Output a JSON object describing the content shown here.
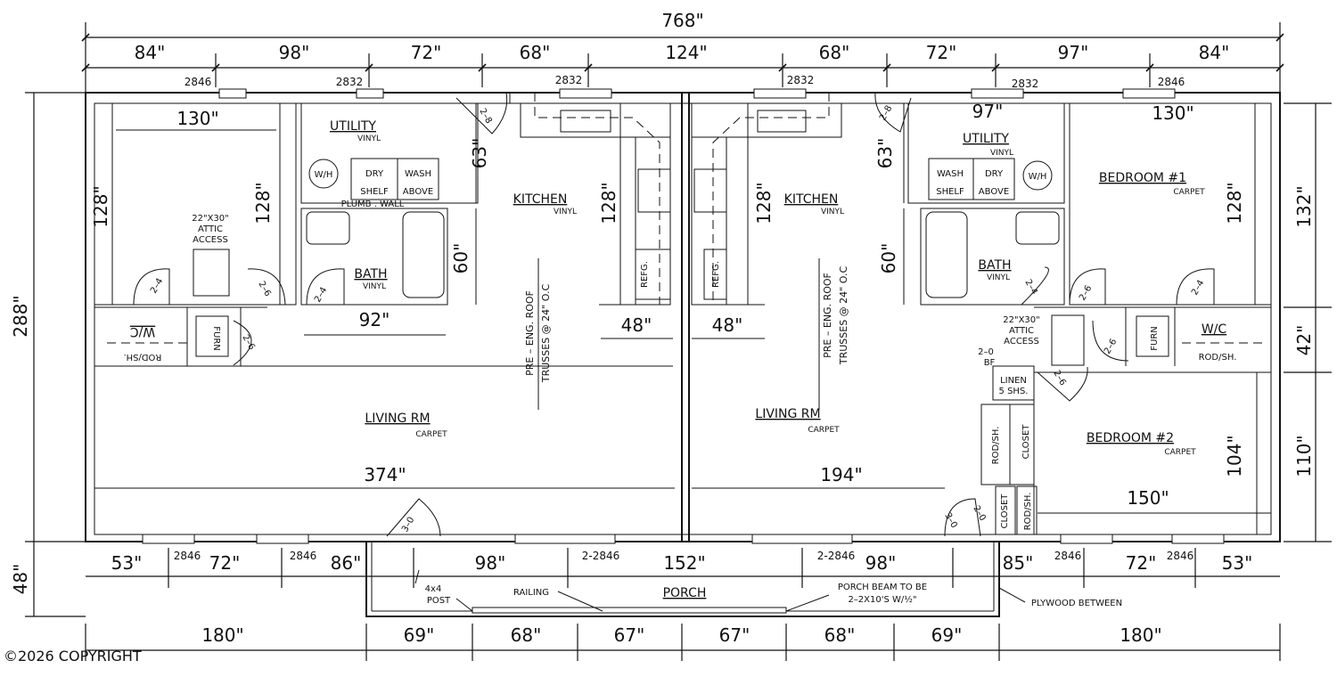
{
  "title": "768\"",
  "top_dims": [
    "84\"",
    "98\"",
    "72\"",
    "68\"",
    "124\"",
    "68\"",
    "72\"",
    "97\"",
    "84\""
  ],
  "top_windows": [
    "2846",
    "2832",
    "2832",
    "2832",
    "2832",
    "2846"
  ],
  "left_dims": [
    "288\"",
    "48\""
  ],
  "right_dims": [
    "132\"",
    "42\"",
    "110\""
  ],
  "bottom_window_dims": [
    "53\"",
    "72\"",
    "86\"",
    "98\"",
    "152\"",
    "98\"",
    "85\"",
    "72\"",
    "53\""
  ],
  "bottom_windows": [
    "2846",
    "2846",
    "2-2846",
    "2-2846",
    "2846",
    "2846"
  ],
  "bottom_dims": [
    "180\"",
    "69\"",
    "68\"",
    "67\"",
    "67\"",
    "68\"",
    "69\"",
    "180\""
  ],
  "copyright": "©2026 COPYRIGHT",
  "left_unit": {
    "bedroom_width": "130\"",
    "bedroom_height_left": "128\"",
    "bedroom_height_right": "128\"",
    "attic_size": "22\"X30\"",
    "attic_label_1": "ATTIC",
    "attic_label_2": "ACCESS",
    "utility": "UTILITY",
    "utility_finish": "VINYL",
    "wh": "W/H",
    "dry": "DRY",
    "wash": "WASH",
    "shelf": "SHELF",
    "above": "ABOVE",
    "plumb_wall": "PLUMB . WALL",
    "bath": "BATH",
    "bath_finish": "VINYL",
    "bath_width": "92\"",
    "bath_height": "60\"",
    "utility_height": "63\"",
    "kitchen": "KITCHEN",
    "kitchen_finish": "VINYL",
    "kitchen_height": "128\"",
    "refg": "REFG.",
    "counter_dim": "48\"",
    "wc": "W/C",
    "rod_sh": "ROD/SH.",
    "furn": "FURN",
    "living": "LIVING RM",
    "living_finish": "CARPET",
    "living_width": "374\"",
    "truss_1": "PRE – ENG. ROOF",
    "truss_2": "TRUSSES @ 24\" O.C",
    "door_2_4_a": "2–4",
    "door_2_6_a": "2–6",
    "door_2_4_b": "2–4",
    "door_2_6_b": "2–6",
    "door_2_8": "2–8",
    "door_3_0": "3–0"
  },
  "right_unit": {
    "utility_width": "97\"",
    "utility": "UTILITY",
    "utility_finish": "VINYL",
    "utility_height": "63\"",
    "wash": "WASH",
    "dry": "DRY",
    "shelf": "SHELF",
    "above": "ABOVE",
    "wh": "W/H",
    "bath": "BATH",
    "bath_finish": "VINYL",
    "bath_height": "60\"",
    "kitchen": "KITCHEN",
    "kitchen_finish": "VINYL",
    "kitchen_height": "128\"",
    "refg": "REFG.",
    "counter_dim": "48\"",
    "bed1": "BEDROOM #1",
    "bed1_finish": "CARPET",
    "bed1_width": "130\"",
    "bed1_height": "128\"",
    "attic_size": "22\"X30\"",
    "attic_label_1": "ATTIC",
    "attic_label_2": "ACCESS",
    "bf": "2–0",
    "bf_2": "BF",
    "linen": "LINEN",
    "linen_2": "5 SHS.",
    "closet": "CLOSET",
    "closet_b": "CLOSET",
    "rod_sh_a": "ROD/SH.",
    "rod_sh_b": "ROD/SH.",
    "rod_sh_wc": "ROD/SH.",
    "wc": "W/C",
    "furn": "FURN",
    "bed2": "BEDROOM #2",
    "bed2_finish": "CARPET",
    "bed2_width": "150\"",
    "bed2_height": "104\"",
    "living": "LIVING RM",
    "living_finish": "CARPET",
    "living_width": "194\"",
    "truss_1": "PRE – ENG. ROOF",
    "truss_2": "TRUSSES @ 24\" O.C",
    "door_2_8": "2–8",
    "door_2_4": "2–4",
    "door_2_6_a": "2–6",
    "door_2_6_b": "2–6",
    "door_2_6_c": "2–6",
    "door_2_4_b": "2–4",
    "door_2_0": "2–0",
    "door_3_0": "3–0"
  },
  "porch": {
    "label": "PORCH",
    "post_1": "4x4",
    "post_2": "POST",
    "railing": "RAILING",
    "beam_1": "PORCH BEAM TO BE",
    "beam_2": "2–2X10'S W/½\"",
    "plywood": "PLYWOOD BETWEEN"
  }
}
